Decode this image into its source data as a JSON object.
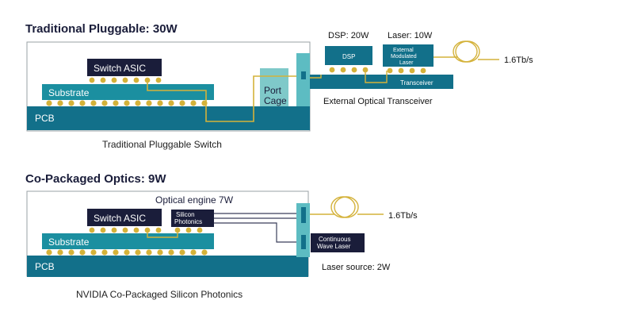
{
  "top": {
    "title": "Traditional Pluggable: 30W",
    "caption": "Traditional Pluggable Switch",
    "switch_asic": "Switch ASIC",
    "substrate": "Substrate",
    "pcb": "PCB",
    "port_cage_line1": "Port",
    "port_cage_line2": "Cage",
    "dsp_power": "DSP: 20W",
    "laser_power": "Laser: 10W",
    "dsp": "DSP",
    "eml_line1": "External",
    "eml_line2": "Modulated",
    "eml_line3": "Laser",
    "transceiver": "Transceiver",
    "external_optical_transceiver": "External Optical Transceiver",
    "bandwidth": "1.6Tb/s"
  },
  "bottom": {
    "title": "Co-Packaged Optics: 9W",
    "caption": "NVIDIA Co-Packaged Silicon Photonics",
    "optical_engine": "Optical engine 7W",
    "switch_asic": "Switch ASIC",
    "silicon_photonics_line1": "Silicon",
    "silicon_photonics_line2": "Photonics",
    "substrate": "Substrate",
    "pcb": "PCB",
    "cw_laser_line1": "Continuous",
    "cw_laser_line2": "Wave Laser",
    "laser_source": "Laser source: 2W",
    "bandwidth": "1.6Tb/s"
  },
  "colors": {
    "navy": "#1a1d3a",
    "teal_dark": "#12708a",
    "teal_mid": "#1b8fa0",
    "teal_light": "#5dbcc2",
    "teal_port": "#7fc9c9",
    "gold": "#d4b23a",
    "outline": "#9aa0a6"
  }
}
